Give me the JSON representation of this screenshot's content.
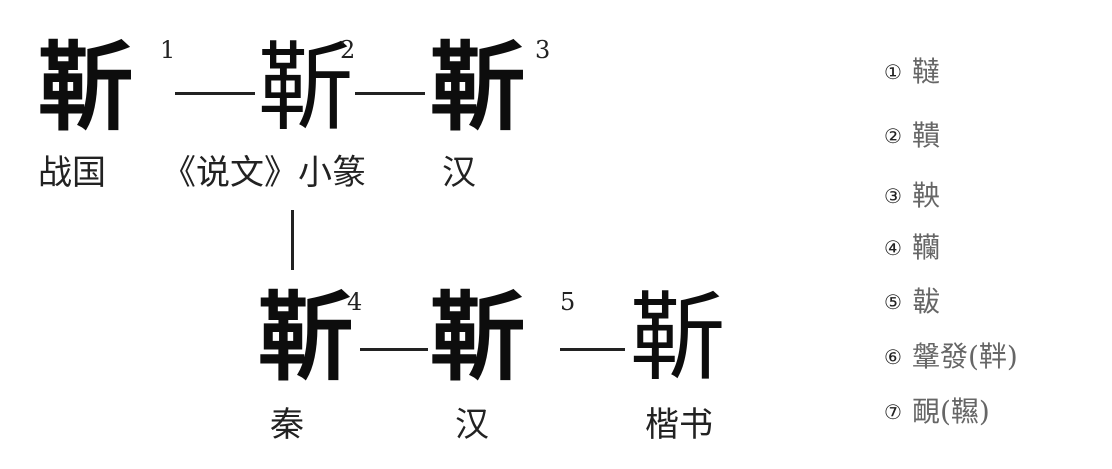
{
  "diagram": {
    "top_row": [
      {
        "glyph": "靳",
        "number": "1",
        "caption": "战国"
      },
      {
        "glyph": "靳",
        "number": "2",
        "caption": "《说文》小篆"
      },
      {
        "glyph": "靳",
        "number": "3",
        "caption": "汉"
      }
    ],
    "bottom_row": [
      {
        "glyph": "靳",
        "number": "4",
        "caption": "秦"
      },
      {
        "glyph": "靳",
        "number": "5",
        "caption": "汉"
      },
      {
        "glyph": "靳",
        "caption": "楷书"
      }
    ]
  },
  "legend": {
    "items": [
      {
        "marker": "①",
        "text": "韃"
      },
      {
        "marker": "②",
        "text": "鞼"
      },
      {
        "marker": "③",
        "text": "鞅"
      },
      {
        "marker": "④",
        "text": "韊"
      },
      {
        "marker": "⑤",
        "text": "韍"
      },
      {
        "marker": "⑥",
        "text": "鞶發(靽)"
      },
      {
        "marker": "⑦",
        "text": "靦(韅)"
      }
    ]
  }
}
